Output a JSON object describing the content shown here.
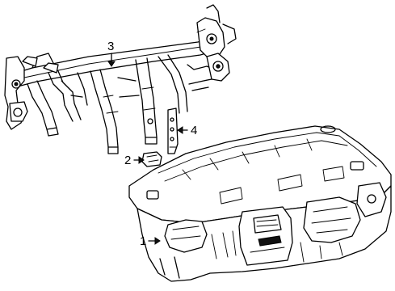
{
  "callouts": [
    {
      "id": "1",
      "text": "1",
      "part": "instrument-panel"
    },
    {
      "id": "2",
      "text": "2",
      "part": "bracket"
    },
    {
      "id": "3",
      "text": "3",
      "part": "reinforcement-beam"
    },
    {
      "id": "4",
      "text": "4",
      "part": "support-bracket"
    }
  ]
}
